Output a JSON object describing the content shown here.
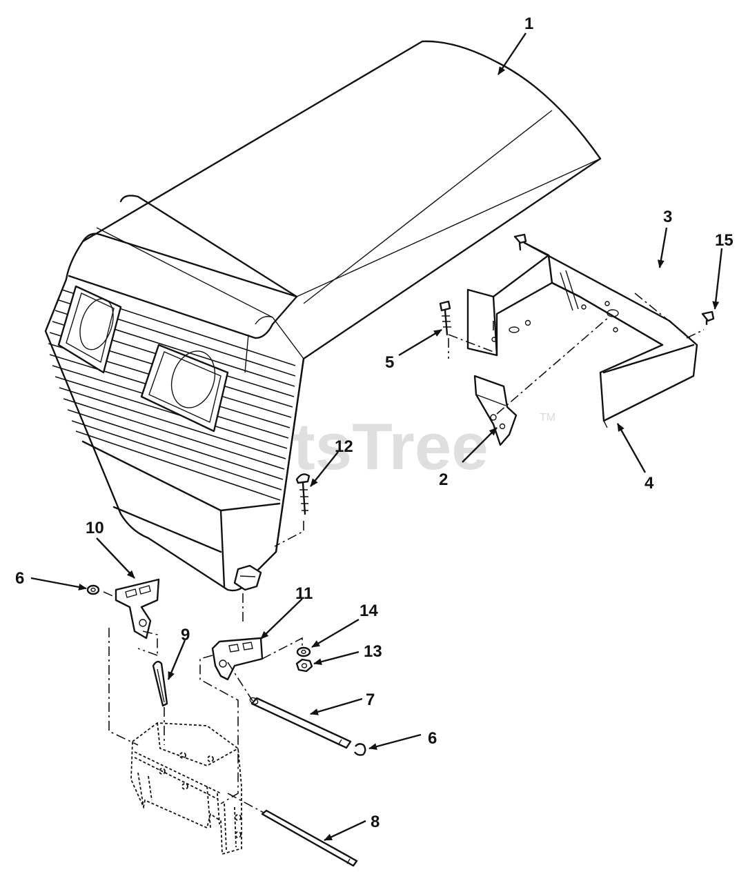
{
  "watermark": {
    "text": "PartsTree",
    "trademark": "TM"
  },
  "callouts": [
    {
      "id": "c1",
      "label": "1"
    },
    {
      "id": "c2",
      "label": "2"
    },
    {
      "id": "c3",
      "label": "3"
    },
    {
      "id": "c4",
      "label": "4"
    },
    {
      "id": "c5",
      "label": "5"
    },
    {
      "id": "c6a",
      "label": "6"
    },
    {
      "id": "c6b",
      "label": "6"
    },
    {
      "id": "c7",
      "label": "7"
    },
    {
      "id": "c8",
      "label": "8"
    },
    {
      "id": "c9",
      "label": "9"
    },
    {
      "id": "c10",
      "label": "10"
    },
    {
      "id": "c11",
      "label": "11"
    },
    {
      "id": "c12",
      "label": "12"
    },
    {
      "id": "c13",
      "label": "13"
    },
    {
      "id": "c14",
      "label": "14"
    },
    {
      "id": "c15",
      "label": "15"
    }
  ]
}
